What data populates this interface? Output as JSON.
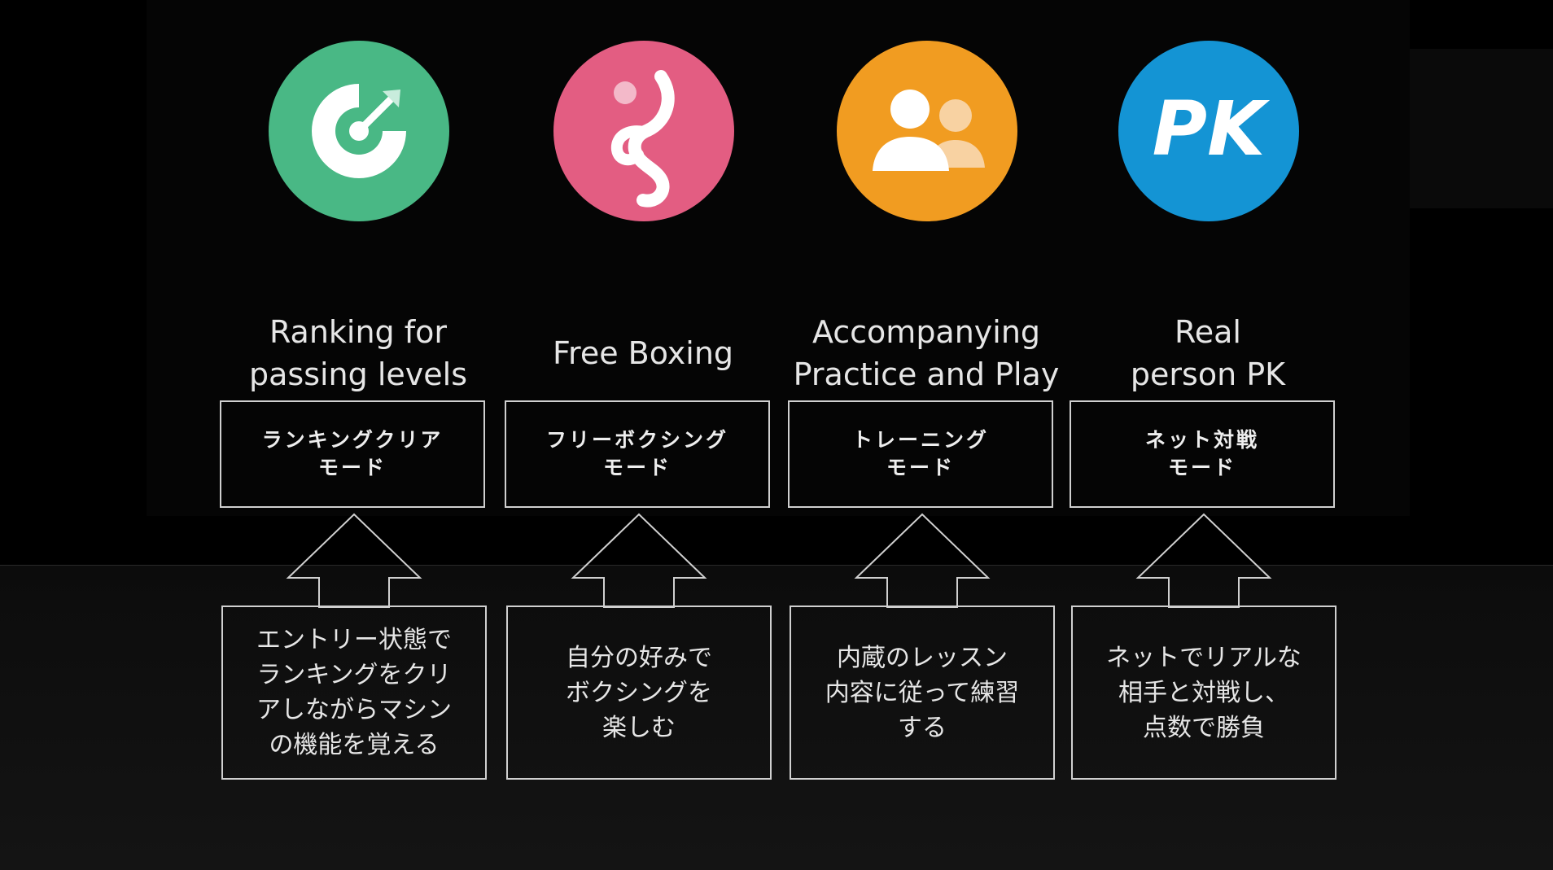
{
  "modes": [
    {
      "icon": "target-arrow-icon",
      "color": "#49b885",
      "title": [
        "Ranking for",
        "passing levels"
      ],
      "box": [
        "ランキングクリア",
        "モード"
      ],
      "desc": [
        "エントリー状態で",
        "ランキングをクリ",
        "アしながらマシン",
        "の機能を覚える"
      ]
    },
    {
      "icon": "boxer-icon",
      "color": "#e35d82",
      "title": [
        "Free Boxing"
      ],
      "box": [
        "フリーボクシング",
        "モード"
      ],
      "desc": [
        "自分の好みで",
        "ボクシングを",
        "楽しむ"
      ]
    },
    {
      "icon": "users-icon",
      "color": "#f19c21",
      "title": [
        "Accompanying",
        "Practice and Play"
      ],
      "box": [
        "トレーニング",
        "モード"
      ],
      "desc": [
        "内蔵のレッスン",
        "内容に従って練習",
        "する"
      ]
    },
    {
      "icon": "pk-icon",
      "color": "#1494d4",
      "icon_text": "PK",
      "title": [
        "Real",
        "person PK"
      ],
      "box": [
        "ネット対戦",
        "モード"
      ],
      "desc": [
        "ネットでリアルな",
        "相手と対戦し、",
        "点数で勝負"
      ]
    }
  ]
}
